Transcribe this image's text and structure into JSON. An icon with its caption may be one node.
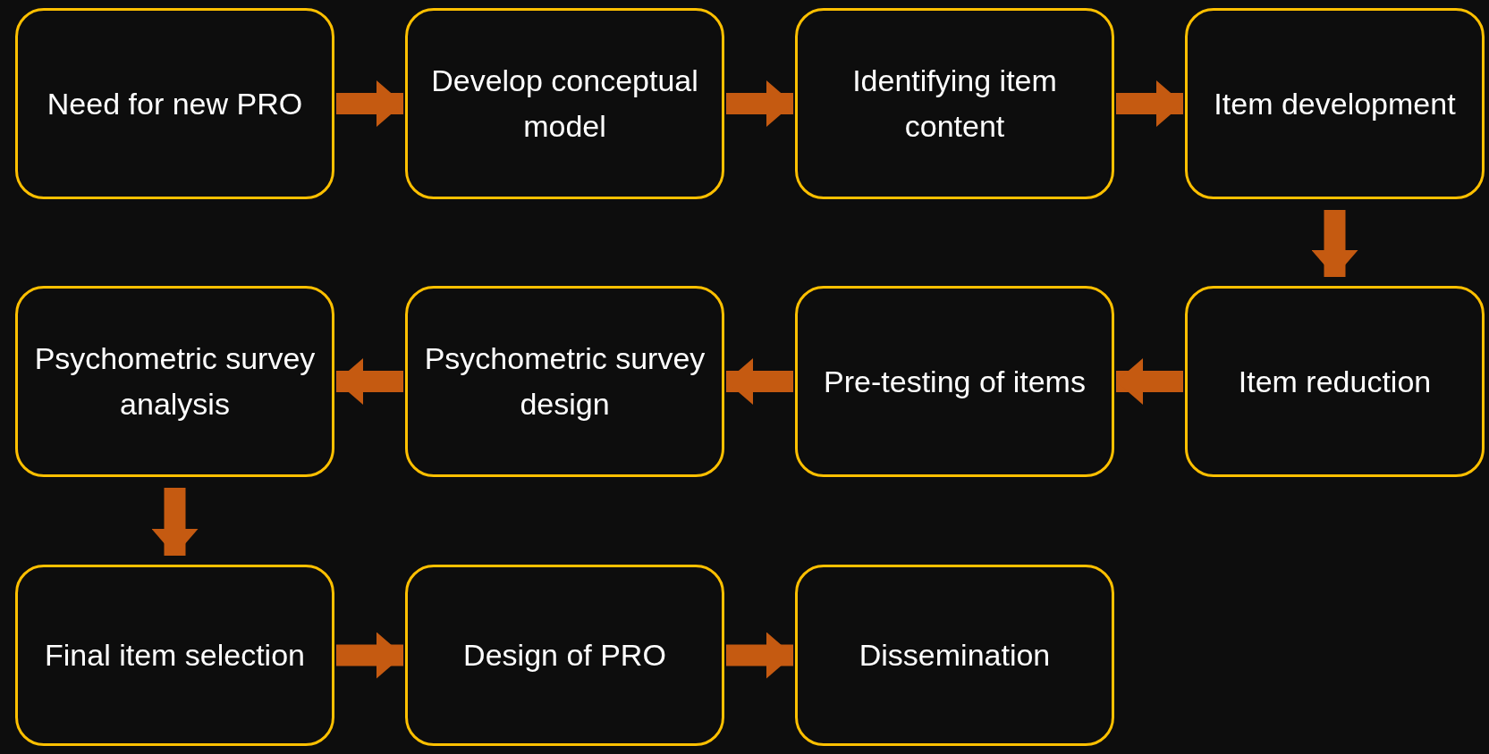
{
  "diagram": {
    "nodes": [
      {
        "text": [
          "Need for new PRO"
        ]
      },
      {
        "text": [
          "Develop conceptual model"
        ]
      },
      {
        "text": [
          "Identifying item content"
        ]
      },
      {
        "text": [
          "Item development"
        ]
      },
      {
        "text": [
          "Psychometric survey analysis"
        ]
      },
      {
        "text": [
          "Psychometric survey design"
        ]
      },
      {
        "text": [
          "Pre-testing of items"
        ]
      },
      {
        "text": [
          "Item reduction"
        ]
      },
      {
        "text": [
          "Final item selection"
        ]
      },
      {
        "text": [
          "Design of PRO"
        ]
      },
      {
        "text": [
          "Dissemination"
        ]
      }
    ],
    "edges": [
      {
        "from": 0,
        "to": 1,
        "arrow": "to"
      },
      {
        "from": 1,
        "to": 2,
        "arrow": "to"
      },
      {
        "from": 2,
        "to": 3,
        "arrow": "to"
      },
      {
        "from": 3,
        "to": 7,
        "arrow": "to"
      },
      {
        "from": 7,
        "to": 6,
        "arrow": "to"
      },
      {
        "from": 6,
        "to": 5,
        "arrow": "to"
      },
      {
        "from": 5,
        "to": 4,
        "arrow": "to"
      },
      {
        "from": 4,
        "to": 8,
        "arrow": "to"
      },
      {
        "from": 8,
        "to": 9,
        "arrow": "to"
      },
      {
        "from": 9,
        "to": 10,
        "arrow": "to"
      }
    ]
  }
}
